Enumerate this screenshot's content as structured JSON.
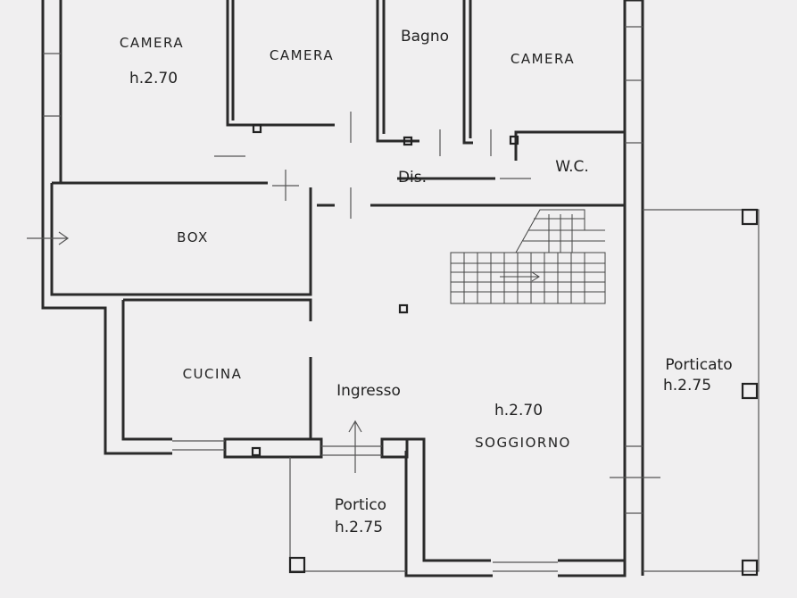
{
  "rooms": {
    "camera_left": "CAMERA",
    "camera_left_height": "h.2.70",
    "camera_middle": "CAMERA",
    "bagno": "Bagno",
    "camera_right": "CAMERA",
    "wc": "W.C.",
    "dis": "Dis.",
    "box": "BOX",
    "cucina": "CUCINA",
    "ingresso": "Ingresso",
    "soggiorno_height": "h.2.70",
    "soggiorno": "SOGGIORNO",
    "porticato": "Porticato",
    "porticato_height": "h.2.75",
    "portico": "Portico",
    "portico_height": "h.2.75"
  },
  "colors": {
    "paper": "#f0eff0",
    "ink": "#2a2a2a"
  },
  "icons": {
    "entrance": "arrow-right-icon",
    "ingresso": "arrow-up-icon",
    "stairs": "arrow-right-icon"
  }
}
